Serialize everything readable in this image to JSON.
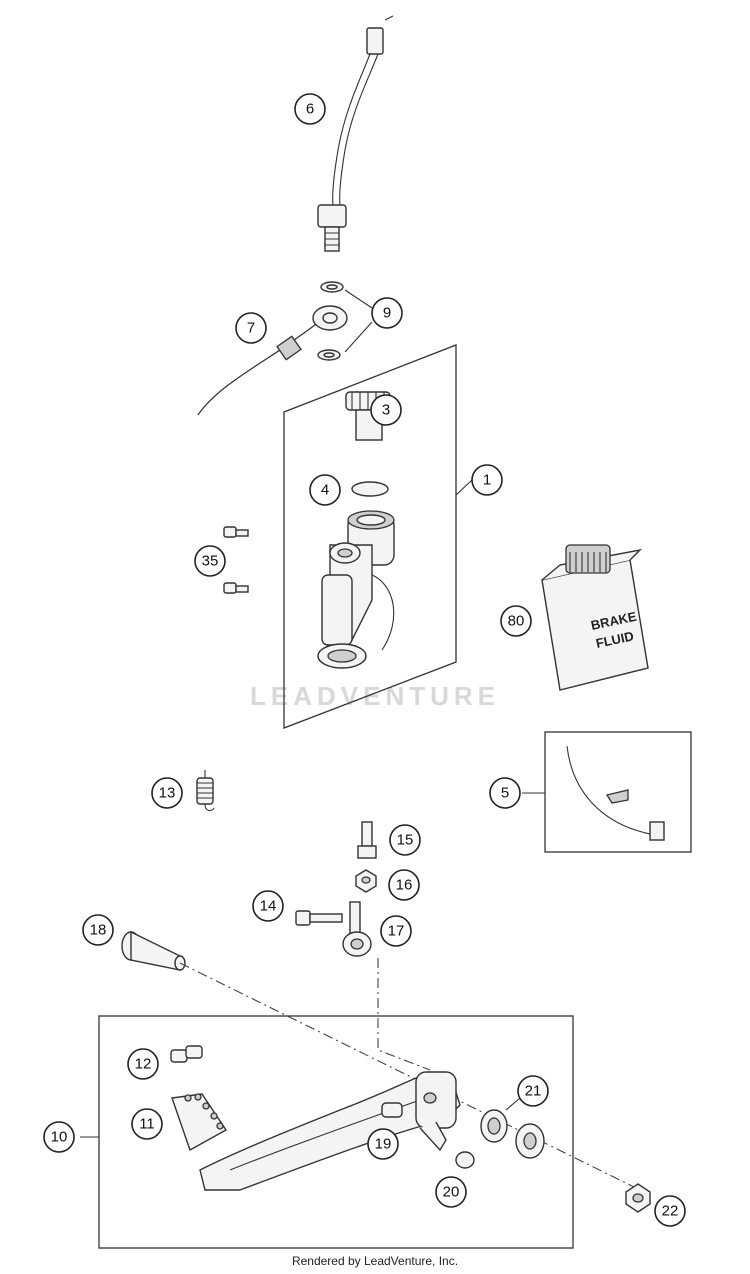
{
  "watermark": "LEADVENTURE",
  "footer": "Rendered by LeadVenture, Inc.",
  "fluid_label_line1": "BRAKE",
  "fluid_label_line2": "FLUID",
  "callouts": [
    "6",
    "9",
    "7",
    "3",
    "4",
    "1",
    "35",
    "80",
    "13",
    "5",
    "15",
    "16",
    "14",
    "17",
    "18",
    "12",
    "21",
    "11",
    "10",
    "19",
    "20",
    "22"
  ]
}
